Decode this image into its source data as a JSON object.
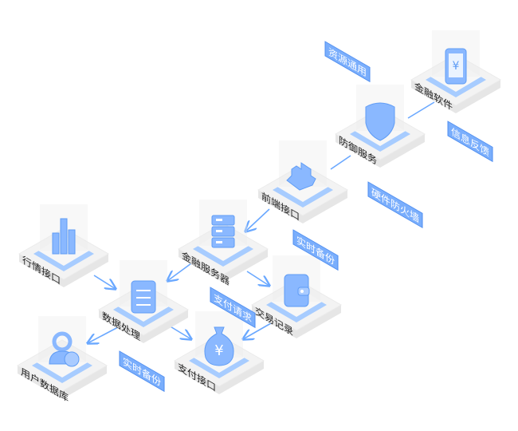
{
  "nodes": [
    {
      "id": "fin-software",
      "label": "金融软件",
      "icon": "phone-yen-icon"
    },
    {
      "id": "defense",
      "label": "防御服务",
      "icon": "shield-icon"
    },
    {
      "id": "frontend",
      "label": "前端接口",
      "icon": "gear-icon"
    },
    {
      "id": "fin-server",
      "label": "金融服务器",
      "icon": "server-icon"
    },
    {
      "id": "market",
      "label": "行情接口",
      "icon": "bar-chart-icon"
    },
    {
      "id": "data-proc",
      "label": "数据处理",
      "icon": "clipboard-icon"
    },
    {
      "id": "trade-log",
      "label": "交易记录",
      "icon": "wallet-icon"
    },
    {
      "id": "user-db",
      "label": "用户数据库",
      "icon": "user-icon"
    },
    {
      "id": "payment",
      "label": "支付接口",
      "icon": "money-bag-yen-icon"
    }
  ],
  "tags": [
    {
      "label": "资源通用"
    },
    {
      "label": "信息反馈"
    },
    {
      "label": "硬件防火墙"
    },
    {
      "label": "实时备份"
    },
    {
      "label": "支付请求"
    },
    {
      "label": "实时备份"
    }
  ],
  "colors": {
    "accent": "#8ab8ff",
    "accent_dark": "#5f9cf5",
    "platform": "#f3f3f3",
    "tag": "#7aaefc"
  }
}
